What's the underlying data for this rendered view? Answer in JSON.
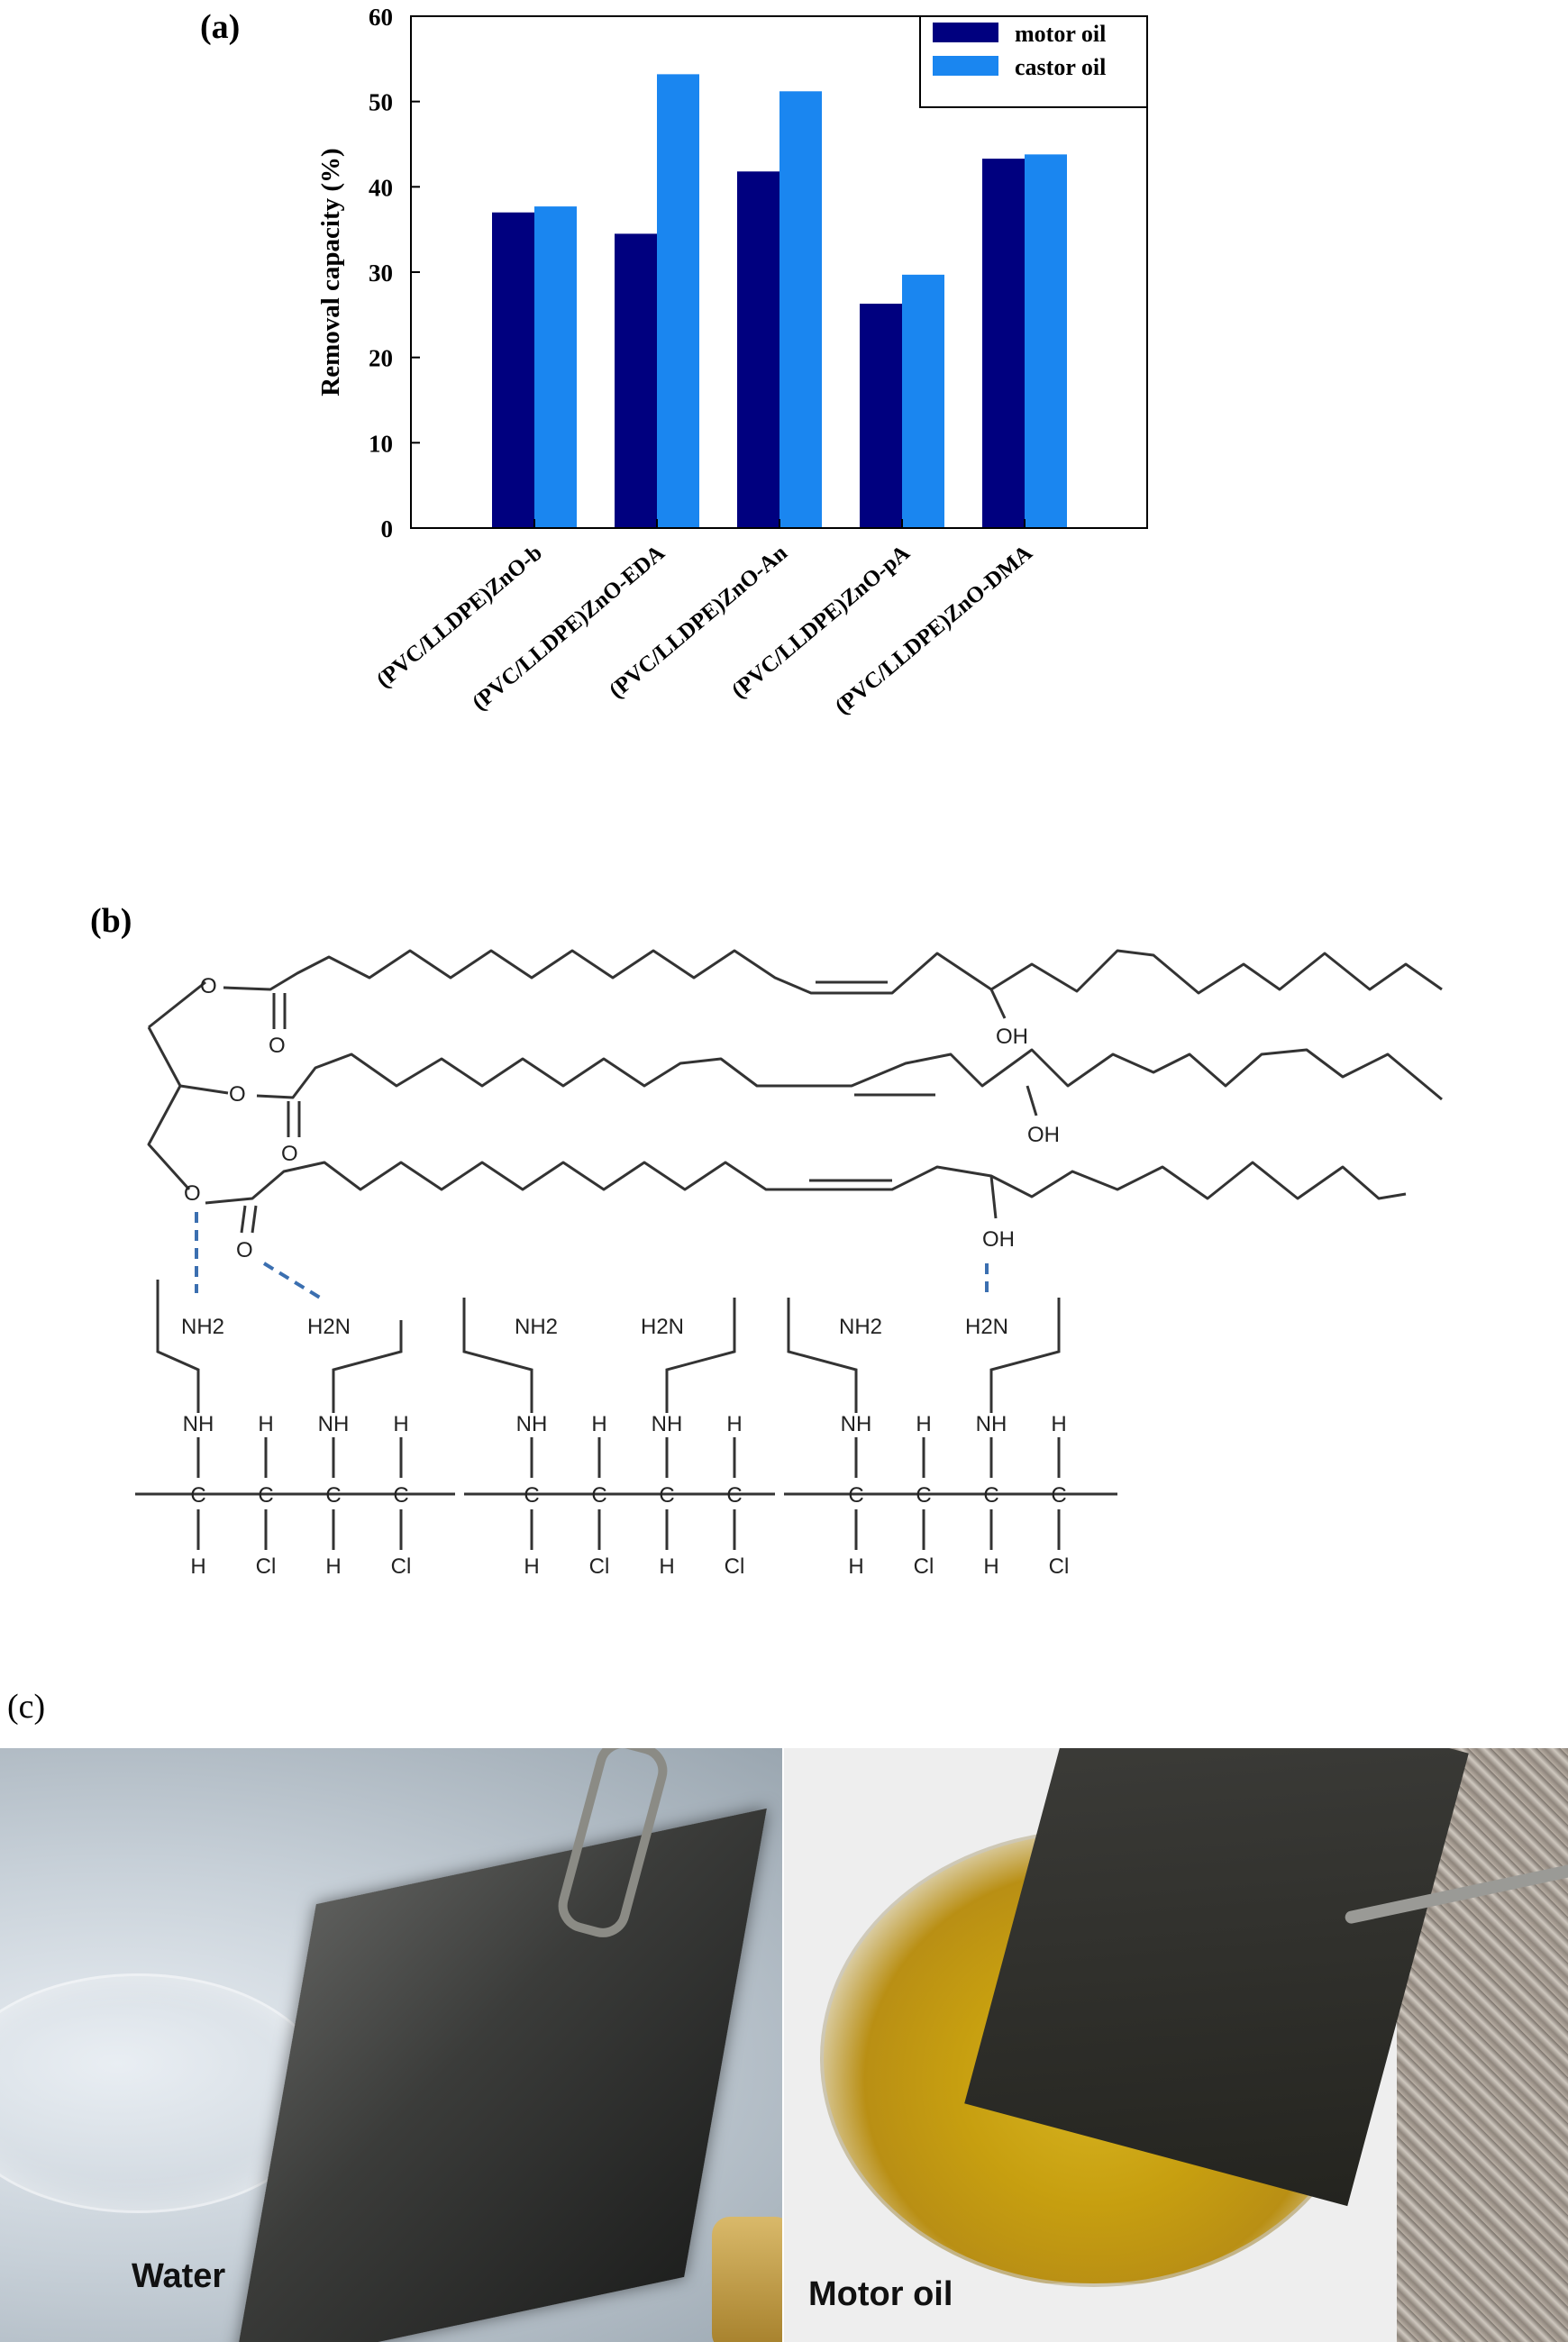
{
  "panels": {
    "a_label": "(a)",
    "b_label": "(b)",
    "c_label": "(c)"
  },
  "chart_data": {
    "type": "bar",
    "ylabel": "Removal capacity (%)",
    "ylim": [
      0,
      60
    ],
    "yticks": [
      0,
      10,
      20,
      30,
      40,
      50,
      60
    ],
    "categories": [
      "(PVC/LLDPE)ZnO-b",
      "(PVC/LLDPE)ZnO-EDA",
      "(PVC/LLDPE)ZnO-An",
      "(PVC/LLDPE)ZnO-pA",
      "(PVC/LLDPE)ZnO-DMA"
    ],
    "series": [
      {
        "name": "motor oil",
        "color": "#00007f",
        "values": [
          37.0,
          34.5,
          41.8,
          26.3,
          43.3
        ]
      },
      {
        "name": "castor oil",
        "color": "#1a86f0",
        "values": [
          37.7,
          53.2,
          51.2,
          29.7,
          43.8
        ]
      }
    ],
    "legend_position": "top-right",
    "grid": false
  },
  "structure": {
    "labels": {
      "oh": "OH",
      "o": "O",
      "nh2": "NH2",
      "h2n": "H2N",
      "nh": "NH",
      "h": "H",
      "c": "C",
      "cl": "Cl"
    }
  },
  "photos": {
    "left_caption": "Water",
    "right_caption": "Motor oil"
  }
}
